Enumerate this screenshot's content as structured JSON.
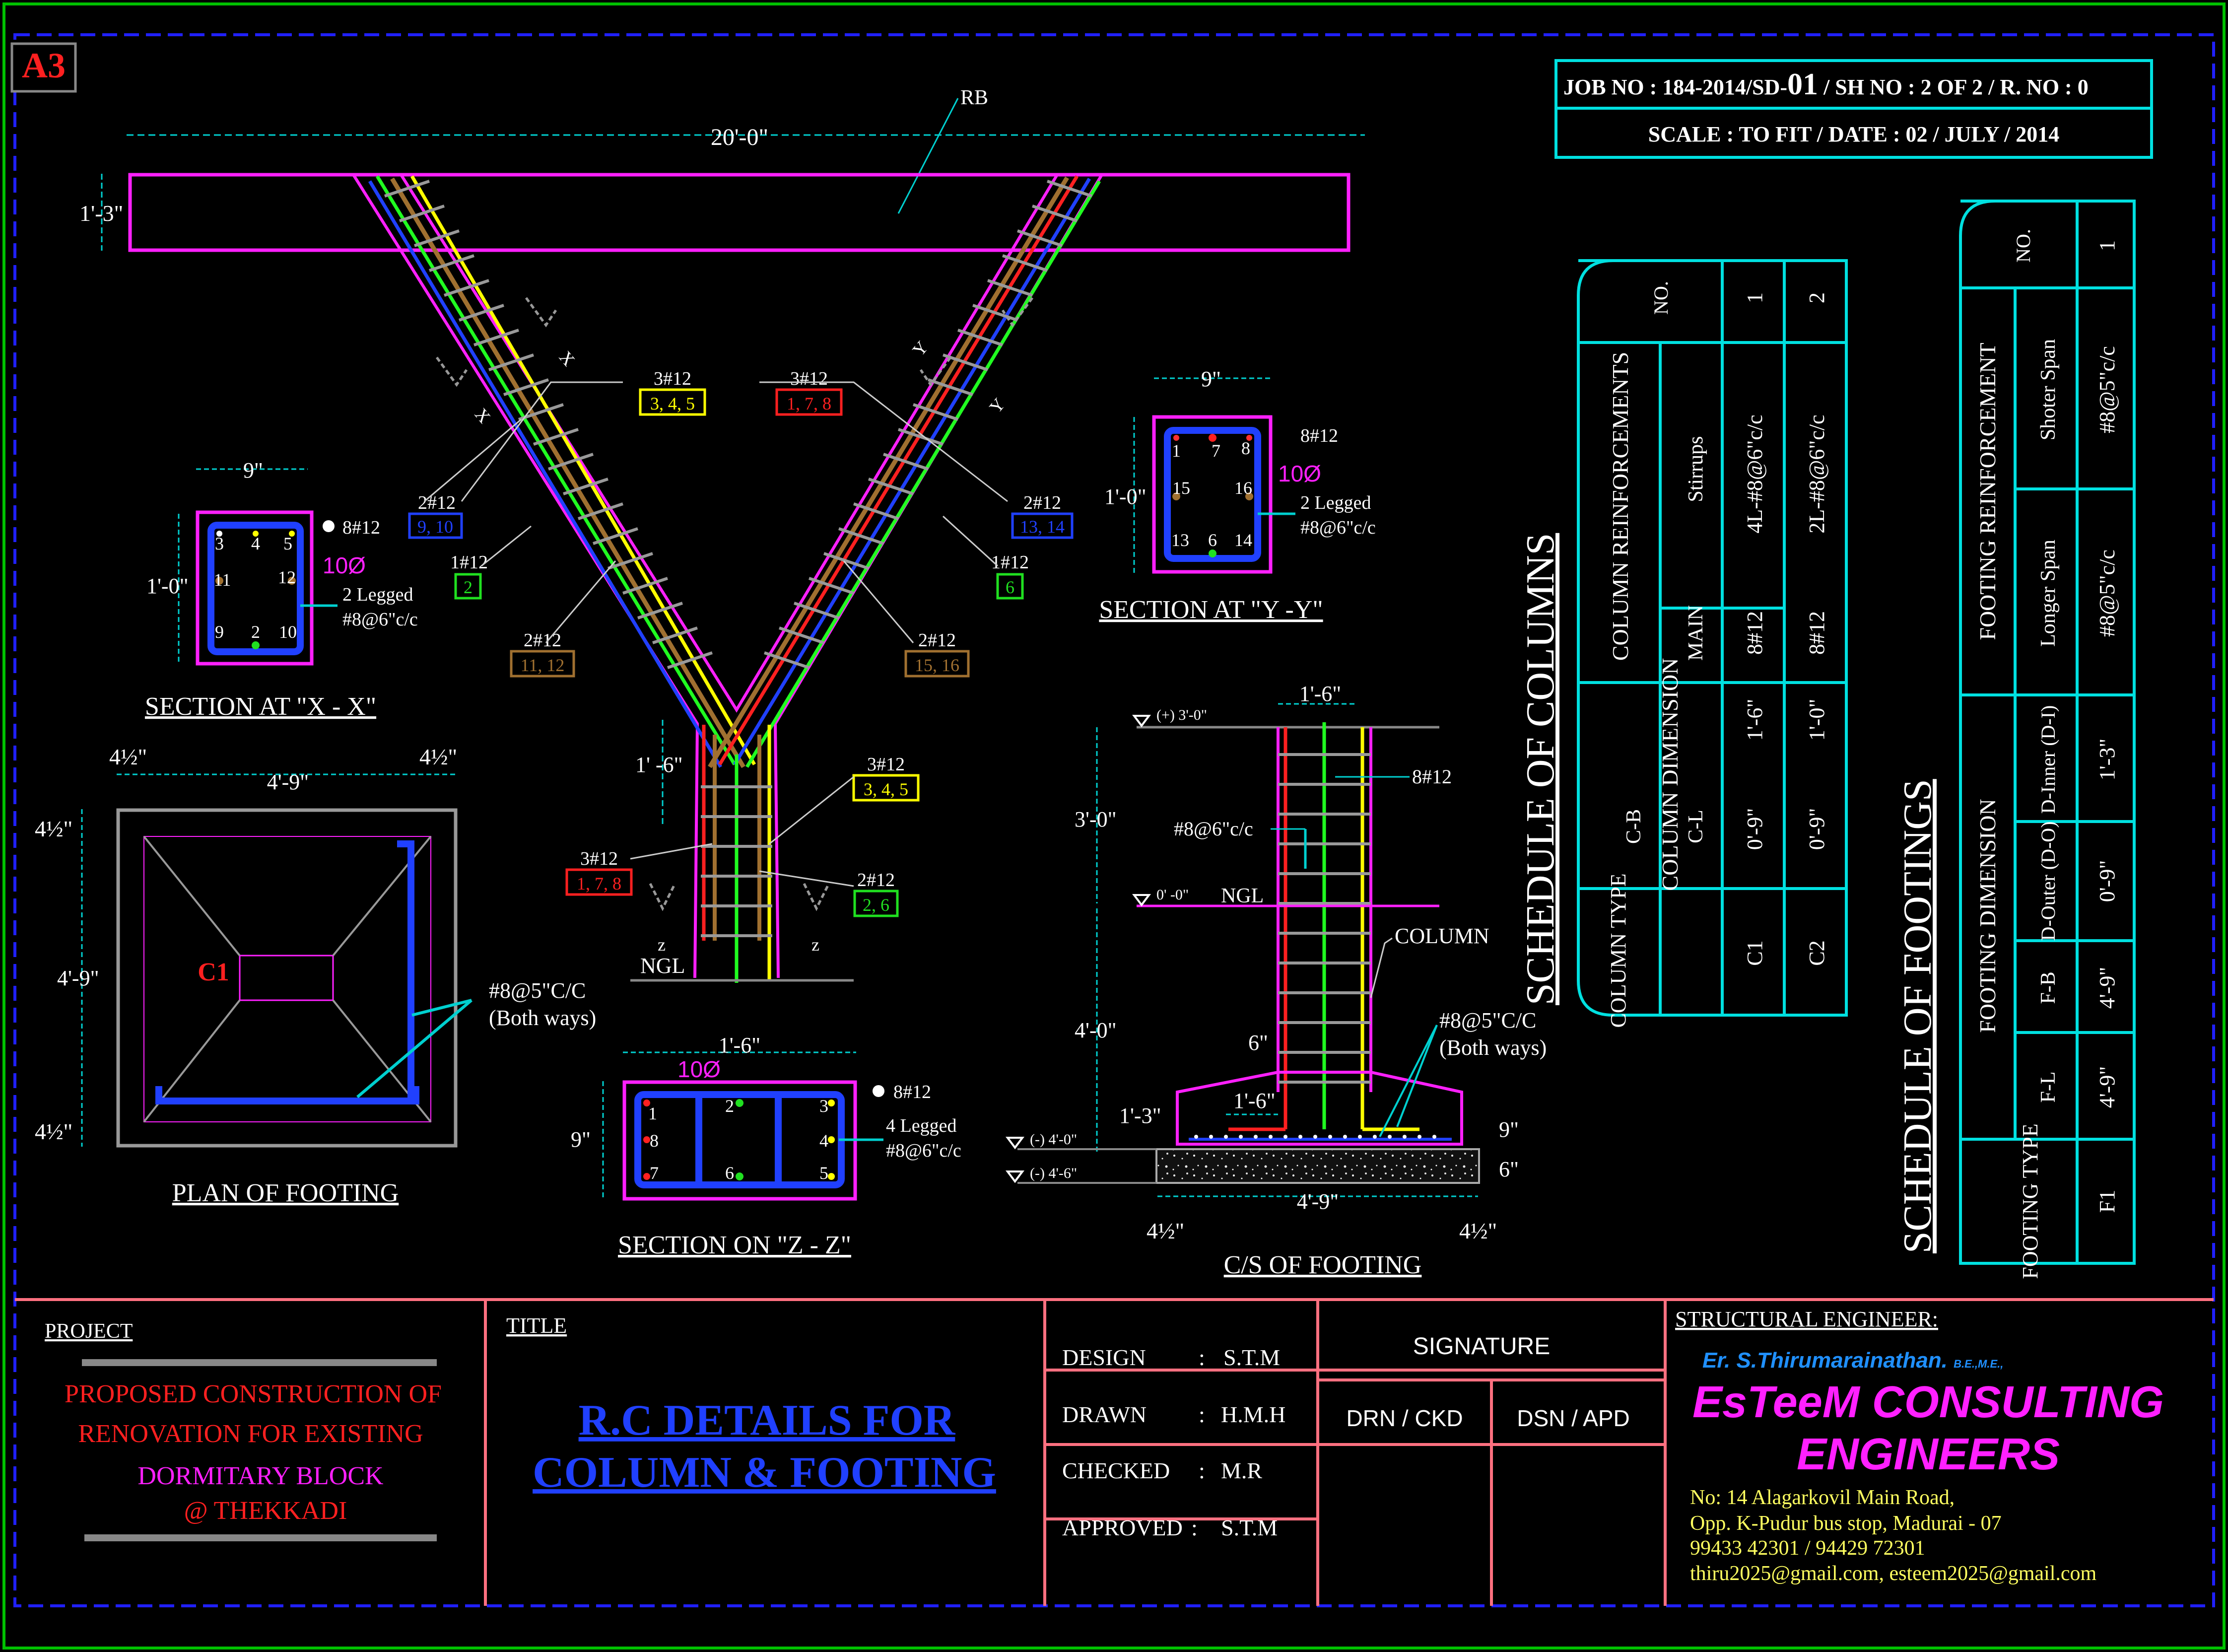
{
  "sheet": "A3",
  "job": {
    "line1_prefix": "JOB NO  : 184-2014/SD-",
    "line1_big": "01",
    "line1_suffix": " / SH NO : 2 OF 2 / R. NO : 0",
    "line2": "SCALE  : TO FIT / DATE : 02 / JULY / 2014"
  },
  "elevation": {
    "span": "20'-0\"",
    "beam_depth": "1'-3\"",
    "beam_label": "RB",
    "col_height": "1' -6\"",
    "ngl": "NGL",
    "x_marker": "X",
    "y_marker": "Y",
    "z_marker": "z",
    "tags": [
      {
        "text": "3#12",
        "box": "3, 4, 5",
        "color": "#ffff00"
      },
      {
        "text": "3#12",
        "box": "1, 7, 8",
        "color": "#ff2020"
      },
      {
        "text": "2#12",
        "box": "9, 10",
        "color": "#2040ff"
      },
      {
        "text": "2#12",
        "box": "13, 14",
        "color": "#2040ff"
      },
      {
        "text": "1#12",
        "box": "2",
        "color": "#20e020"
      },
      {
        "text": "1#12",
        "box": "6",
        "color": "#20e020"
      },
      {
        "text": "2#12",
        "box": "11, 12",
        "color": "#a07030"
      },
      {
        "text": "2#12",
        "box": "15, 16",
        "color": "#a07030"
      },
      {
        "text": "3#12",
        "box": "3, 4, 5",
        "color": "#ffff00"
      },
      {
        "text": "3#12",
        "box": "1, 7, 8",
        "color": "#ff2020"
      },
      {
        "text": "2#12",
        "box": "2, 6",
        "color": "#20e020"
      }
    ]
  },
  "sec_xx": {
    "title": "SECTION AT \"X - X\"",
    "width": "9\"",
    "depth": "1'-0\"",
    "bars_label": "8#12",
    "dia": "10Ø",
    "stirrup1": "2 Legged",
    "stirrup2": "#8@6\"c/c",
    "nums": [
      "3",
      "4",
      "5",
      "11",
      "12",
      "9",
      "2",
      "10"
    ]
  },
  "sec_yy": {
    "title": "SECTION AT \"Y -Y\"",
    "width": "9\"",
    "depth": "1'-0\"",
    "bars_label": "8#12",
    "dia": "10Ø",
    "stirrup1": "2 Legged",
    "stirrup2": "#8@6\"c/c",
    "nums": [
      "1",
      "7",
      "8",
      "15",
      "16",
      "13",
      "6",
      "14"
    ]
  },
  "sec_zz": {
    "title": "SECTION ON \"Z - Z\"",
    "width": "1'-6\"",
    "depth": "9\"",
    "bars_label": "8#12",
    "dia": "10Ø",
    "stirrup1": "4 Legged",
    "stirrup2": "#8@6\"c/c",
    "nums": [
      "1",
      "2",
      "3",
      "8",
      "4",
      "7",
      "6",
      "5"
    ]
  },
  "plan": {
    "title": "PLAN OF FOOTING",
    "size": "4'-9\"",
    "offset": "4½\"",
    "col": "C1",
    "reinf1": "#8@5\"C/C",
    "reinf2": "(Both ways)"
  },
  "cs": {
    "title": "C/S OF FOOTING",
    "top_w": "1'-6\"",
    "lvl1": "(+) 3'-0\"",
    "lvl2": "0' -0\"",
    "lvl3": "(-) 4'-0\"",
    "lvl4": "(-) 4'-6\"",
    "h1": "3'-0\"",
    "h2": "4'-0\"",
    "h3": "1'-3\"",
    "h4": "6\"",
    "h5": "1'-6\"",
    "d1": "9\"",
    "d2": "6\"",
    "base": "4'-9\"",
    "off": "4½\"",
    "bars": "8#12",
    "stir": "#8@6\"c/c",
    "ngl": "NGL",
    "col": "COLUMN",
    "reinf1": "#8@5\"C/C",
    "reinf2": "(Both ways)"
  },
  "sched_cols": {
    "title": "SCHEDULE OF COLUMNS",
    "headers": {
      "type": "COLUMN TYPE",
      "dim": "COLUMN DIMENSION",
      "cb": "C-B",
      "cl": "C-L",
      "reinf": "COLUMN REINFORCEMENTS",
      "main": "MAIN",
      "stir": "Stirrups",
      "no": "NO."
    },
    "rows": [
      {
        "type": "C1",
        "cb": "0'-9\"",
        "cl": "1'-6\"",
        "main": "8#12",
        "stir": "4L-#8@6\"c/c",
        "no": "1"
      },
      {
        "type": "C2",
        "cb": "0'-9\"",
        "cl": "1'-0\"",
        "main": "8#12",
        "stir": "2L-#8@6\"c/c",
        "no": "2"
      }
    ]
  },
  "sched_foot": {
    "title": "SCHEDULE OF FOOTINGS",
    "headers": {
      "type": "FOOTING TYPE",
      "dim": "FOOTING DIMENSION",
      "fl": "F-L",
      "fb": "F-B",
      "do": "D-Outer (D-O)",
      "di": "D-Inner (D-I)",
      "reinf": "FOOTING REINFORCEMENT",
      "ls": "Longer Span",
      "ss": "Shoter Span",
      "no": "NO."
    },
    "row": {
      "type": "F1",
      "fl": "4'-9\"",
      "fb": "4'-9\"",
      "do": "0'-9\"",
      "di": "1'-3\"",
      "ls": "#8@5\"c/c",
      "ss": "#8@5\"c/c",
      "no": "1"
    }
  },
  "title_block": {
    "project_label": "PROJECT",
    "project": [
      "PROPOSED CONSTRUCTION OF",
      "RENOVATION FOR EXISTING",
      "DORMITARY BLOCK",
      "@ THEKKADI"
    ],
    "title_label": "TITLE",
    "title": [
      "R.C DETAILS FOR",
      "COLUMN & FOOTING"
    ],
    "roles": [
      {
        "r": "DESIGN",
        "v": "S.T.M"
      },
      {
        "r": "DRAWN",
        "v": "H.M.H"
      },
      {
        "r": "CHECKED",
        "v": "M.R"
      },
      {
        "r": "APPROVED",
        "v": "S.T.M"
      }
    ],
    "signature": "SIGNATURE",
    "drn": "DRN / CKD",
    "dsn": "DSN / APD",
    "se_label": "STRUCTURAL ENGINEER:",
    "engineer": "Er. S.Thirumarainathan.",
    "quals": "B.E.,M.E.,",
    "firm": [
      "EsTeeM CONSULTING",
      "ENGINEERS"
    ],
    "addr": [
      "No: 14 Alagarkovil Main Road,",
      "Opp. K-Pudur bus stop, Madurai - 07",
      " 99433 42301 / 94429 72301",
      "thiru2025@gmail.com, esteem2025@gmail.com"
    ]
  }
}
